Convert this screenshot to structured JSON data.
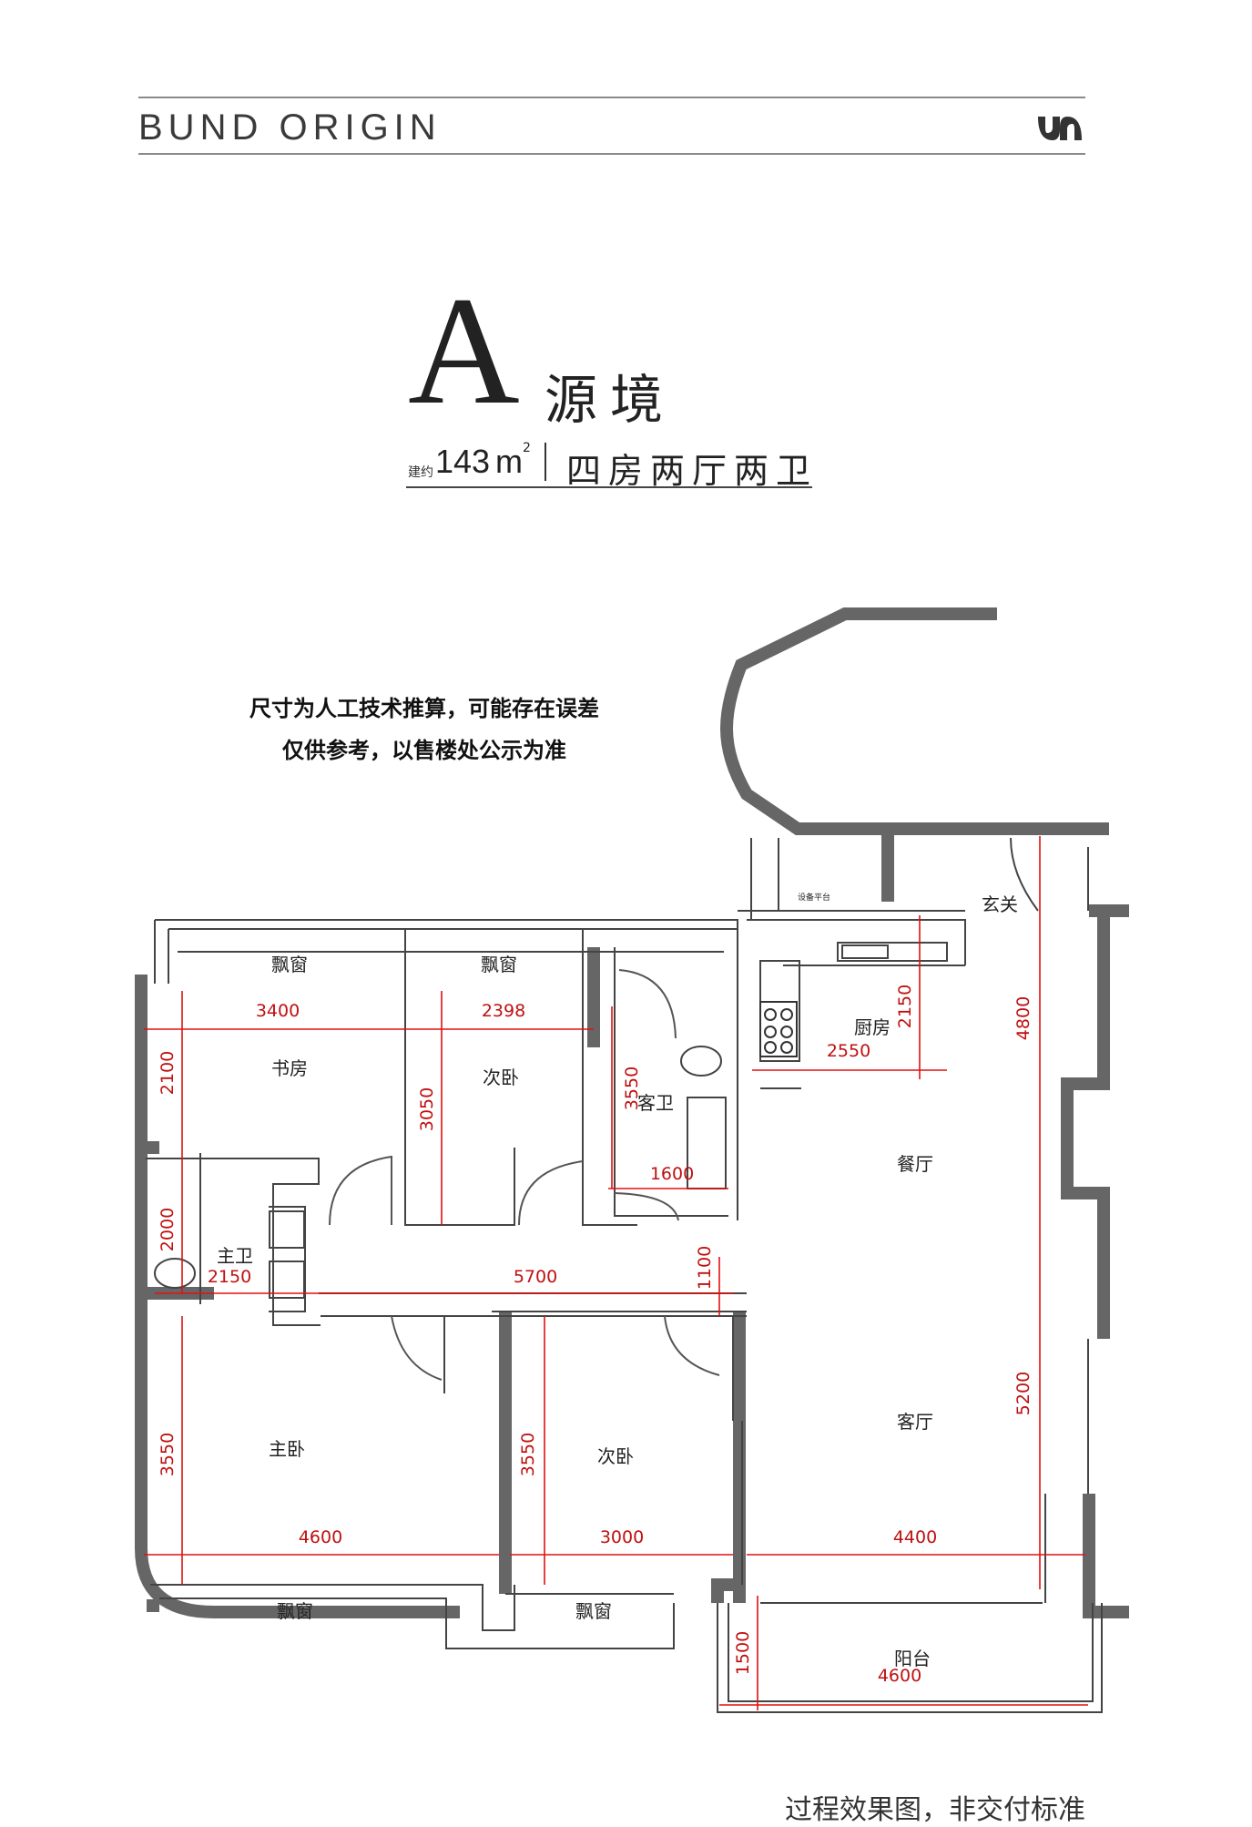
{
  "header": {
    "brand": "BUND ORIGIN",
    "logo_icon": "brand-logo-icon"
  },
  "title": {
    "letter": "A",
    "name": "源境",
    "area_label": "建约",
    "area_value": "143",
    "area_unit": "m",
    "area_sup": "2",
    "layout": "四房两厅两卫"
  },
  "note": {
    "line1": "尺寸为人工技术推算，可能存在误差",
    "line2": "仅供参考，以售楼处公示为准"
  },
  "rooms": {
    "bay_window_1": "飘窗",
    "bay_window_2": "飘窗",
    "study": "书房",
    "second_bedroom_1": "次卧",
    "guest_bath": "客卫",
    "kitchen": "厨房",
    "foyer": "玄关",
    "equipment_platform": "设备平台",
    "dining_room": "餐厅",
    "master_bath": "主卫",
    "master_bedroom": "主卧",
    "second_bedroom_2": "次卧",
    "living_room": "客厅",
    "bay_window_3": "飘窗",
    "bay_window_4": "飘窗",
    "balcony": "阳台"
  },
  "dimensions": {
    "study_w": "3400",
    "bed2_w": "2398",
    "study_h": "2100",
    "bed2_h": "3050",
    "guest_bath_h": "3550",
    "guest_bath_w": "1600",
    "kitchen_w": "2550",
    "kitchen_h": "2150",
    "dining_h": "4800",
    "master_bath_h": "2000",
    "master_bath_w": "2150",
    "corridor_w": "5700",
    "corridor_h": "1100",
    "master_bed_h": "3550",
    "bed3_h": "3550",
    "living_h": "5200",
    "master_bed_w": "4600",
    "bed3_w": "3000",
    "living_w": "4400",
    "balcony_h": "1500",
    "balcony_w": "4600"
  },
  "footer": "过程效果图，非交付标准",
  "colors": {
    "wall": "#666666",
    "dimension": "#e01010",
    "text": "#222222"
  }
}
